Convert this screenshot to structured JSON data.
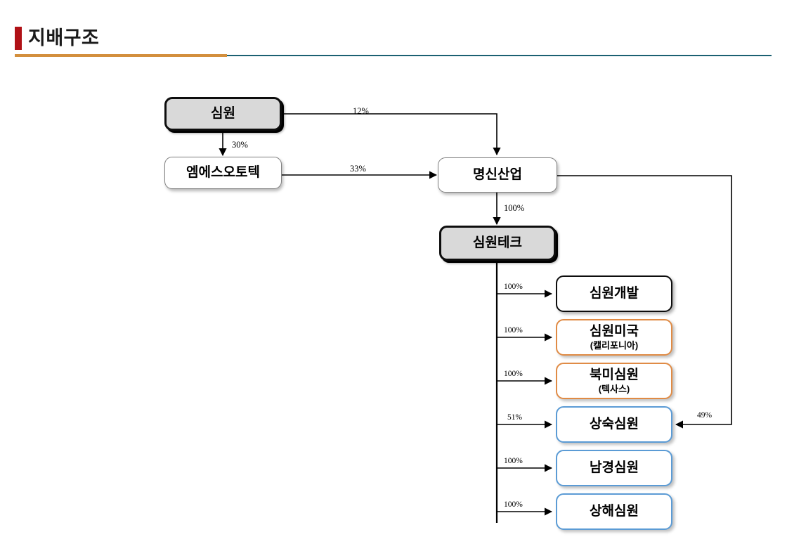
{
  "header": {
    "title": "지배구조",
    "accent_color": "#b01116",
    "divider_left_color": "#d38f3d",
    "divider_right_color": "#1b6072"
  },
  "diagram": {
    "type": "ownership-structure-chart",
    "nodes": [
      {
        "id": "simwon",
        "label": "심원",
        "sublabel": "",
        "style": "dark-gray"
      },
      {
        "id": "ms-autotech",
        "label": "엠에스오토텍",
        "sublabel": "",
        "style": "thin-gray"
      },
      {
        "id": "myungshin",
        "label": "명신산업",
        "sublabel": "",
        "style": "thin-gray"
      },
      {
        "id": "simwon-tech",
        "label": "심원테크",
        "sublabel": "",
        "style": "dark-gray"
      },
      {
        "id": "simwon-dev",
        "label": "심원개발",
        "sublabel": "",
        "style": "dark-white"
      },
      {
        "id": "simwon-usa",
        "label": "심원미국",
        "sublabel": "(캘리포니아)",
        "style": "orange"
      },
      {
        "id": "bukmi-simwon",
        "label": "북미심원",
        "sublabel": "(텍사스)",
        "style": "orange"
      },
      {
        "id": "sangsuk",
        "label": "상숙심원",
        "sublabel": "",
        "style": "blue"
      },
      {
        "id": "namgyeong",
        "label": "남경심원",
        "sublabel": "",
        "style": "blue"
      },
      {
        "id": "sanghae",
        "label": "상해심원",
        "sublabel": "",
        "style": "blue"
      }
    ],
    "edges": [
      {
        "id": "e-simwon-myungshin",
        "from": "simwon",
        "to": "myungshin",
        "percent": "12%"
      },
      {
        "id": "e-simwon-ms",
        "from": "simwon",
        "to": "ms-autotech",
        "percent": "30%"
      },
      {
        "id": "e-ms-myungshin",
        "from": "ms-autotech",
        "to": "myungshin",
        "percent": "33%"
      },
      {
        "id": "e-myungshin-tech",
        "from": "myungshin",
        "to": "simwon-tech",
        "percent": "100%"
      },
      {
        "id": "e-tech-dev",
        "from": "simwon-tech",
        "to": "simwon-dev",
        "percent": "100%"
      },
      {
        "id": "e-tech-usa",
        "from": "simwon-tech",
        "to": "simwon-usa",
        "percent": "100%"
      },
      {
        "id": "e-tech-bukmi",
        "from": "simwon-tech",
        "to": "bukmi-simwon",
        "percent": "100%"
      },
      {
        "id": "e-tech-sangsuk",
        "from": "simwon-tech",
        "to": "sangsuk",
        "percent": "51%"
      },
      {
        "id": "e-tech-namgyeong",
        "from": "simwon-tech",
        "to": "namgyeong",
        "percent": "100%"
      },
      {
        "id": "e-tech-sanghae",
        "from": "simwon-tech",
        "to": "sanghae",
        "percent": "100%"
      },
      {
        "id": "e-myungshin-sangsuk",
        "from": "myungshin",
        "to": "sangsuk",
        "percent": "49%"
      }
    ]
  }
}
